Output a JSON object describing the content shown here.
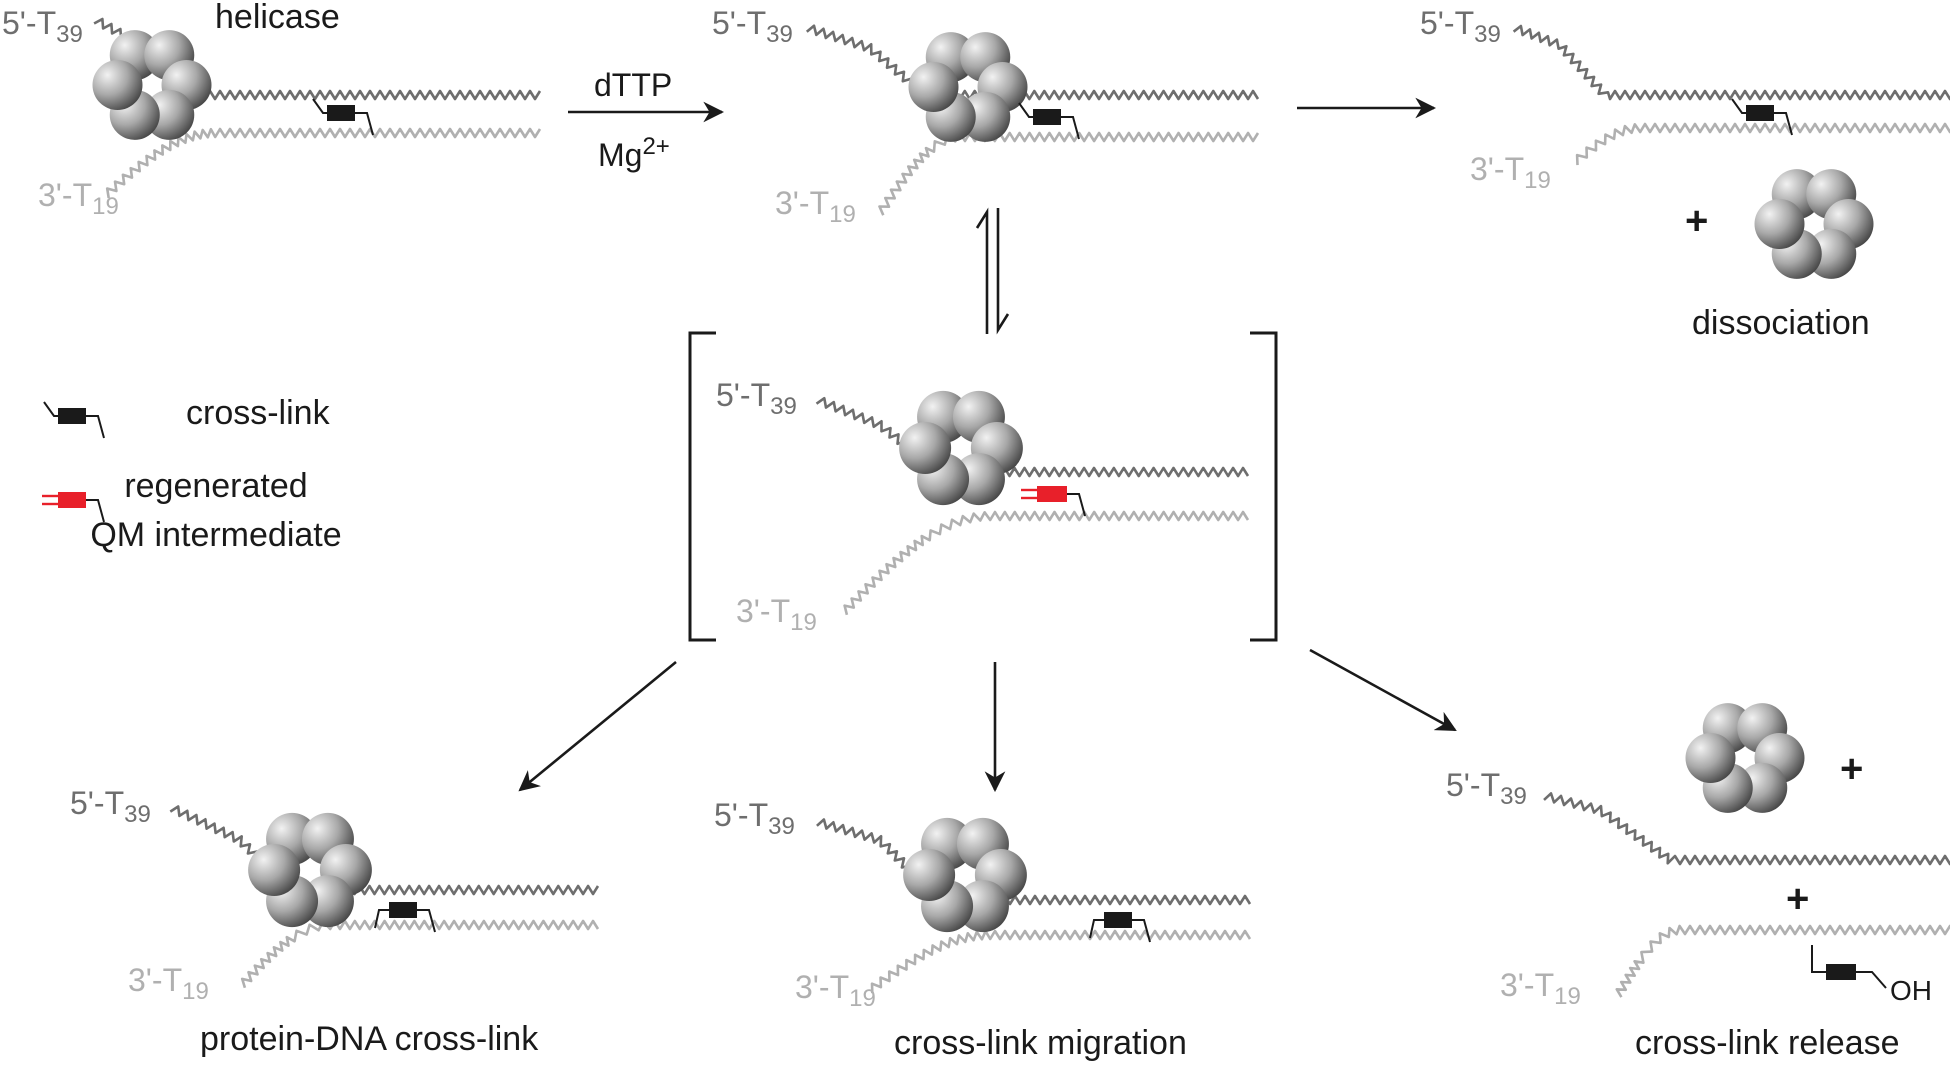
{
  "labels": {
    "helicase": "helicase",
    "dissociation": "dissociation",
    "protein_dna_crosslink": "protein-DNA cross-link",
    "crosslink_migration": "cross-link migration",
    "crosslink_release": "cross-link release"
  },
  "conditions": {
    "reagent": "dTTP",
    "ion": "Mg",
    "ion_charge": "2+"
  },
  "strands": {
    "five_prime": "5'-T",
    "five_prime_sub": "39",
    "three_prime": "3'-T",
    "three_prime_sub": "19"
  },
  "legend": {
    "crosslink": "cross-link",
    "regenerated_line1": "regenerated",
    "regenerated_line2": "QM intermediate"
  },
  "symbols": {
    "plus": "+",
    "oh": "OH"
  },
  "colors": {
    "helicase_light": "#f2f2f2",
    "helicase_dark": "#404040",
    "strand_top": "#6e6e6e",
    "strand_bottom": "#b0b0b0",
    "crosslink": "#1a1a1a",
    "qm_intermediate": "#e8202a"
  }
}
